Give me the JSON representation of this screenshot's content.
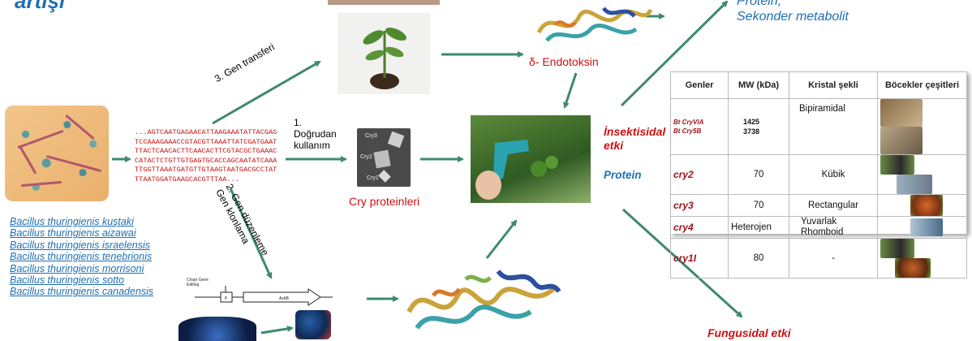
{
  "title_partial": "artışı",
  "top_right": {
    "line1": "Protein,",
    "line2": "Sekonder metabolit"
  },
  "dna_sequence": "...AGTCAATGAGAACATTAAGAAATATTACGAGTCCAAAGAAACCGTACGTTAAATTATCGATGAATTTACTCAACACTTCAACACTTCGTACGCTGAAACCATACTCTGTTGTGAGTGCACCAGCAATATCAAATTGGTTAAATGATGTTGTAAGTAATGACGCCTATTTAATGGATGAAGCACGTTTAA...",
  "step1": {
    "num": "1.",
    "line1": "Doğrudan",
    "line2": "kullanım"
  },
  "step3": "3. Gen transferi",
  "step2": {
    "line1": "2. Gen düzenleme",
    "line2": "Gen klonlama"
  },
  "endotoxin_label": "δ- Endotoksin",
  "cry_label": "Cry proteinleri",
  "cry_image_labels": [
    "Cry3",
    "Cry2",
    "Cry1"
  ],
  "insecticidal": {
    "line1": "İnsektisidal",
    "line2": "etki"
  },
  "protein_label": "Protein",
  "fungicidal": "Fungusidal etki",
  "diagram_labels": {
    "crispr_line1": "Crispr Gene",
    "crispr_line2": "Editing",
    "promoter": "P",
    "gene": "AvbB"
  },
  "species": [
    "Bacillus thuringienis kuştaki",
    "Bacillus thuringienis aizawai",
    "Bacillus thuringienis israelensis",
    "Bacillus thuringienis tenebrionis",
    "Bacillus thuringienis morrisoni",
    "Bacillus thuringienis sotto",
    "Bacillus thuringienis canadensis"
  ],
  "table": {
    "headers": [
      "Genler",
      "MW (kDa)",
      "Kristal şekli",
      "Böcekler çeşitleri"
    ],
    "rows": [
      {
        "gene": "Bt CryVIA",
        "gene2": "Bt Cry5B",
        "mw": "1425",
        "mw2": "3738",
        "shape": "Bipiramidal",
        "shape2": ""
      },
      {
        "gene": "cry2",
        "gene2": "",
        "mw": "70",
        "mw2": "",
        "shape": "Kübik",
        "shape2": ""
      },
      {
        "gene": "cry3",
        "gene2": "",
        "mw": "70",
        "mw2": "",
        "shape": "Rectangular",
        "shape2": ""
      },
      {
        "gene": "cry4",
        "gene2": "",
        "mw": "Heterojen",
        "mw2": "",
        "shape": "Yuvarlak",
        "shape2": "Rhomboid"
      },
      {
        "gene": "cry1I",
        "gene2": "",
        "mw": "80",
        "mw2": "",
        "shape": "-",
        "shape2": ""
      }
    ]
  },
  "colors": {
    "arrow": "#3e8a6e",
    "blue_text": "#1f6fb2",
    "red_text": "#cc1111",
    "gene_red": "#a0131b"
  }
}
